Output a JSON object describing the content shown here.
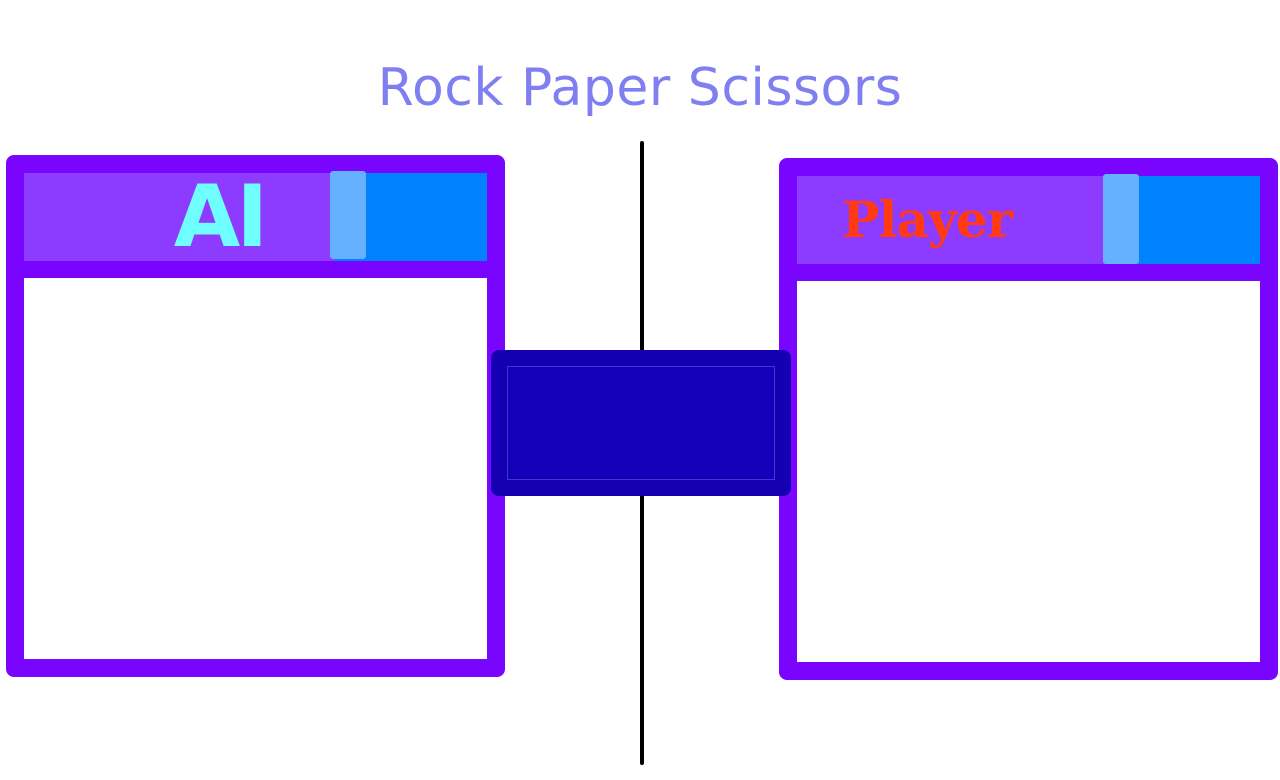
{
  "title": "Rock Paper Scissors",
  "ai_panel": {
    "label": "AI",
    "label_color": "#6fffff"
  },
  "player_panel": {
    "label": "Player",
    "label_color": "#ff3a14"
  },
  "colors": {
    "title": "#7f7ff2",
    "panel_border": "#7a05ff",
    "header_bg": "#8c3bff",
    "header_accent": "#0082ff",
    "header_handle": "#66b1ff",
    "center_box": "#1400b0",
    "divider": "#000000"
  },
  "center_box": {
    "text": ""
  }
}
